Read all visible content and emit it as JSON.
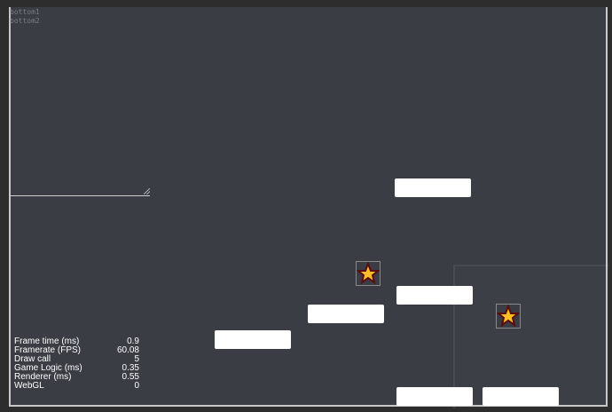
{
  "debug_labels": [
    "bottom1",
    "bottom2"
  ],
  "stats": [
    {
      "label": "Frame time (ms)",
      "value": "0.9"
    },
    {
      "label": "Framerate (FPS)",
      "value": "60.08"
    },
    {
      "label": "Draw call",
      "value": "5"
    },
    {
      "label": "Game Logic (ms)",
      "value": "0.35"
    },
    {
      "label": "Renderer (ms)",
      "value": "0.55"
    },
    {
      "label": "WebGL",
      "value": "0"
    }
  ],
  "colors": {
    "background": "#3a3d44",
    "platform": "#ffffff",
    "star": "#fbbf24"
  }
}
